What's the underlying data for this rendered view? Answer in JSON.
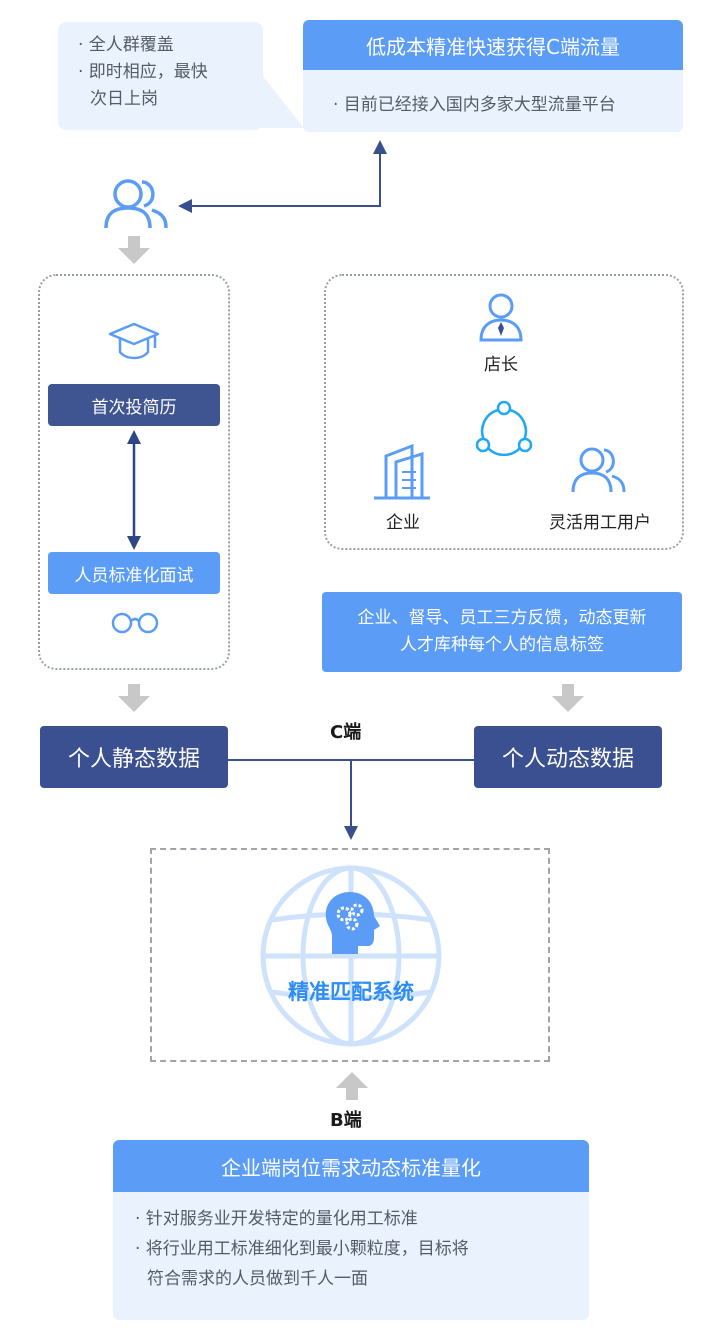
{
  "top_left_bubble": {
    "lines": [
      "· 全人群覆盖",
      "· 即时相应，最快",
      "次日上岗"
    ]
  },
  "top_right_card": {
    "title": "低成本精准快速获得C端流量",
    "body": "· 目前已经接入国内多家大型流量平台"
  },
  "left_panel": {
    "first_resume": "首次投简历",
    "standard_interview": "人员标准化面试"
  },
  "right_panel": {
    "store_manager": "店长",
    "enterprise": "企业",
    "flexible_user": "灵活用工用户"
  },
  "feedback_banner": {
    "line1": "企业、督导、员工三方反馈，动态更新",
    "line2": "人才库种每个人的信息标签"
  },
  "static_data": "个人静态数据",
  "dynamic_data": "个人动态数据",
  "c_side_label": "C端",
  "matching_system": "精准匹配系统",
  "b_side_label": "B端",
  "bottom_card": {
    "title": "企业端岗位需求动态标准量化",
    "lines": [
      "· 针对服务业开发特定的量化用工标准",
      "· 将行业用工标准细化到最小颗粒度，目标将",
      "符合需求的人员做到千人一面"
    ]
  },
  "colors": {
    "accent_blue": "#5b9cf6",
    "dark_navy": "#3a5090",
    "light_bg": "#eaf3fd",
    "gray_arrow": "#c8c8c8"
  }
}
